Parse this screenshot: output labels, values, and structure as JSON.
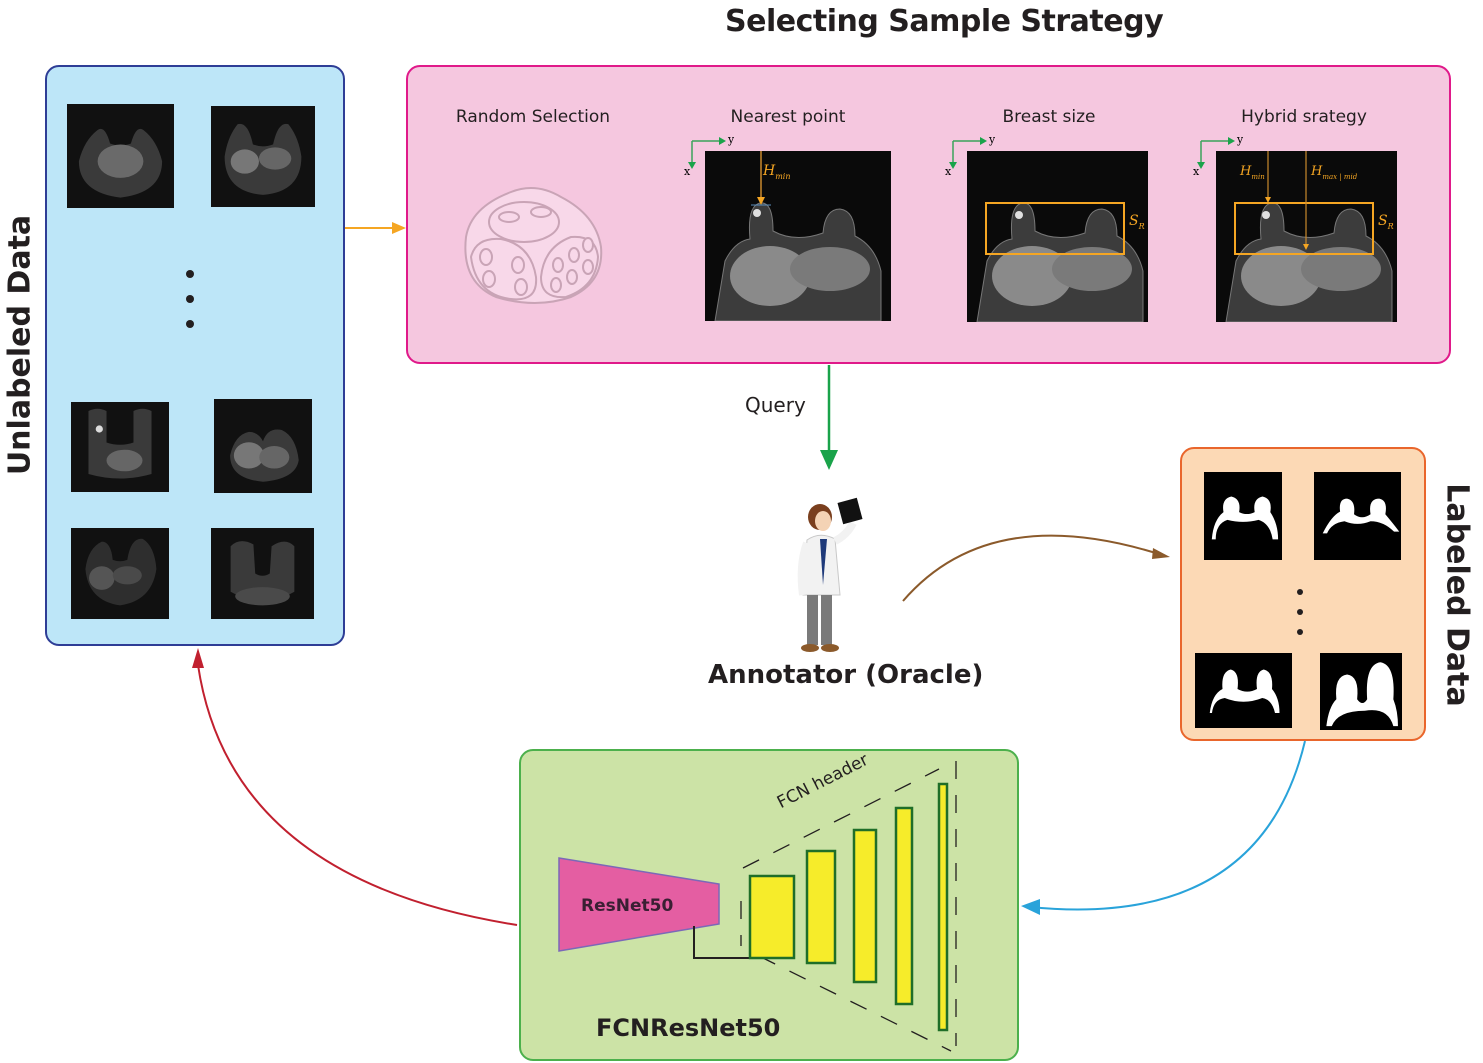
{
  "title": "Selecting Sample Strategy",
  "unlabeled": {
    "label": "Unlabeled Data",
    "color": "#bde6f8",
    "border": "#2e3d96",
    "image_count_shown": 6
  },
  "strategies": [
    {
      "label": "Random Selection",
      "icon": "dice-icon"
    },
    {
      "label": "Nearest point",
      "axis_x": "x",
      "axis_y": "y",
      "annotations": [
        "H_min"
      ]
    },
    {
      "label": "Breast size",
      "axis_x": "x",
      "axis_y": "y",
      "annotations": [
        "S_R"
      ]
    },
    {
      "label": "Hybrid srategy",
      "axis_x": "x",
      "axis_y": "y",
      "annotations": [
        "H_min",
        "H_max|mid",
        "S_R"
      ]
    }
  ],
  "annotations": {
    "h_main": "H",
    "min_sub": "min",
    "maxmid_sub": "max | mid",
    "s_main": "S",
    "r_sub": "R"
  },
  "query": {
    "label": "Query",
    "arrow_color": "#1aa34a"
  },
  "annotator": {
    "label": "Annotator (Oracle)"
  },
  "labeled": {
    "label": "Labeled Data",
    "color": "#fcd9b5",
    "border": "#e9662c",
    "mask_count_shown": 4
  },
  "model": {
    "title": "FCNResNet50",
    "backbone": "ResNet50",
    "head": "FCN header",
    "color": "#cce3a6",
    "border": "#4cb04c",
    "backbone_color": "#e45ea2",
    "layer_color": "#f6ec2a",
    "layer_count": 5
  },
  "arrows": {
    "unlabeled_to_strategy": "#f5a623",
    "annotator_to_labeled": "#8b5a2b",
    "labeled_to_model": "#29a3da",
    "model_to_unlabeled": "#c1202f"
  }
}
